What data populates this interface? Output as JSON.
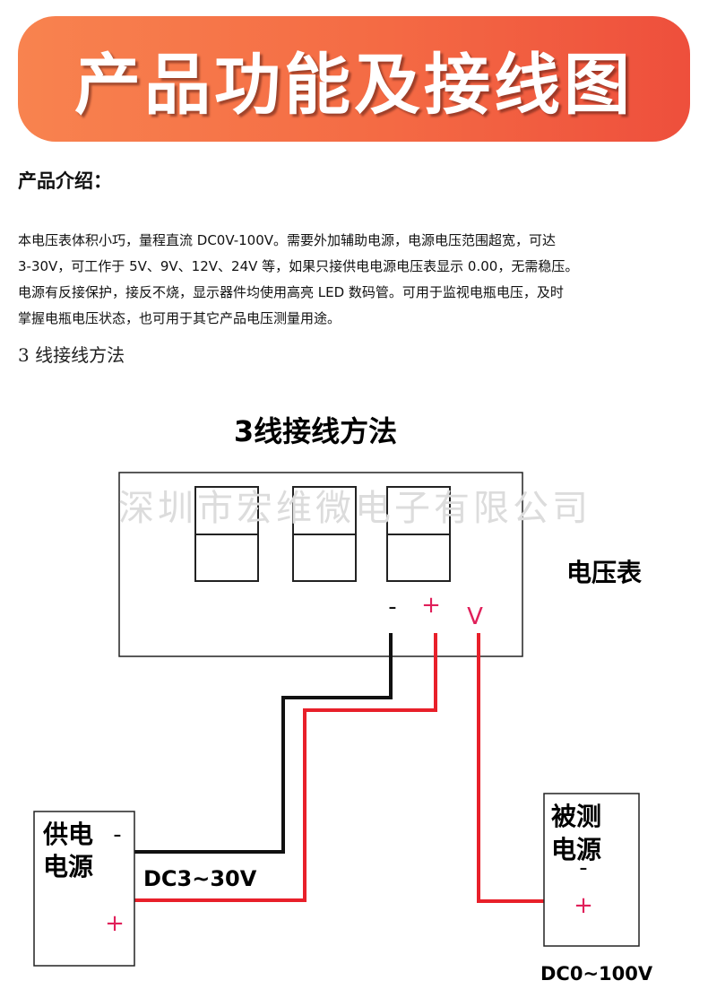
{
  "banner": {
    "title": "产品功能及接线图"
  },
  "section": {
    "heading": "产品介绍："
  },
  "intro": {
    "lines": [
      "本电压表体积小巧，量程直流 DC0V-100V。需要外加辅助电源，电源电压范围超宽，可达",
      "3-30V，可工作于 5V、9V、12V、24V 等，如果只接供电电源电压表显示 0.00，无需稳压。",
      "电源有反接保护，接反不烧，显示器件均使用高亮 LED 数码管。可用于监视电瓶电压，及时",
      "掌握电瓶电压状态，也可用于其它产品电压测量用途。"
    ]
  },
  "method": {
    "caption": "3 线接线方法"
  },
  "diagram": {
    "title": "3线接线方法",
    "watermark": "深圳市宏维微电子有限公司",
    "meter_label": "电压表",
    "terminals": {
      "neg": "-",
      "pos": "+",
      "v": "V"
    },
    "supply": {
      "label_line1": "供电",
      "label_line2": "电源",
      "neg": "-",
      "pos": "+",
      "voltage": "DC3~30V"
    },
    "measured": {
      "label_line1": "被测",
      "label_line2": "电源",
      "neg": "-",
      "pos": "+",
      "voltage": "DC0~100V"
    },
    "colors": {
      "red_wire": "#e8202a",
      "black_wire": "#111111",
      "terminal_pink": "#e0205a"
    }
  }
}
